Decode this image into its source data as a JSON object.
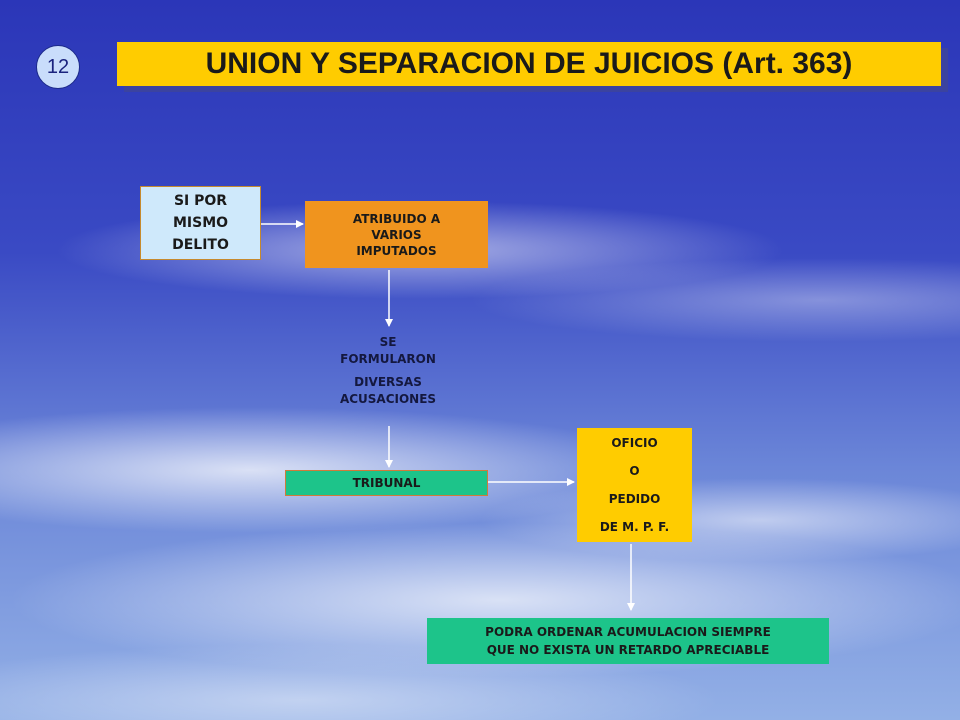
{
  "slide": {
    "number": "12",
    "title": "UNION Y SEPARACION DE JUICIOS (Art. 363)"
  },
  "nodes": {
    "si_por": {
      "lines": [
        "SI POR",
        "MISMO",
        "DELITO"
      ]
    },
    "atribuido": {
      "lines": [
        "ATRIBUIDO A",
        "VARIOS",
        "IMPUTADOS"
      ]
    },
    "se_formularon": {
      "lines_a": [
        "SE",
        "FORMULARON"
      ],
      "lines_b": [
        "DIVERSAS",
        "ACUSACIONES"
      ]
    },
    "tribunal": {
      "label": "TRIBUNAL"
    },
    "oficio": {
      "lines": [
        "OFICIO",
        "O",
        "PEDIDO",
        "DE M. P. F."
      ]
    },
    "podra": {
      "lines": [
        "PODRA ORDENAR ACUMULACION SIEMPRE",
        "QUE NO EXISTA UN RETARDO APRECIABLE"
      ]
    }
  },
  "colors": {
    "title_bg": "#ffcc00",
    "light_blue_box": "#cfe9fb",
    "orange_box": "#f0941e",
    "green_box": "#1dc48a",
    "yellow_box": "#ffcc00"
  }
}
